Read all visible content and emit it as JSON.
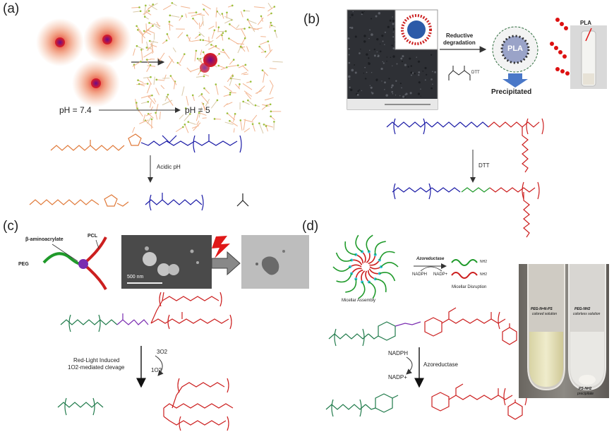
{
  "panels": {
    "a": {
      "label": "(a)",
      "ph_left": "pH = 7.4",
      "ph_right": "pH = 5",
      "condition": "Acidic pH"
    },
    "b": {
      "label": "(b)",
      "inset_text": "Reductive\ndegradation",
      "reductive_line1": "Reductive",
      "reductive_line2": "degradation",
      "dtt_small": "DTT",
      "particle_label": "PLA",
      "vial_label": "PLA",
      "precipitated": "Precipitated",
      "condition": "DTT"
    },
    "c": {
      "label": "(c)",
      "legend_aminoacrylate": "β-aminoacrylate",
      "legend_pcl": "PCL",
      "legend_peg": "PEG",
      "scalebar": "500 nm",
      "condition_line1": "Red-Light Induced",
      "condition_line2": "1O2-mediated clevage",
      "o2_triplet": "3O2",
      "o2_singlet": "1O2"
    },
    "d": {
      "label": "(d)",
      "enzyme": "Azoreductase",
      "nadph": "NADPH",
      "nadp": "NADP+",
      "nh2_label_1": "NH2",
      "nh2_label_2": "NH2",
      "micellar_assembly": "Micellar Assembly",
      "micellar_disruption": "Micellar Disruption",
      "reaction_nadph": "NADPH",
      "reaction_nadp": "NADP+",
      "reaction_enzyme": "Azoreductase",
      "tube_left_line1": "PEG-N=N-PS",
      "tube_left_line2": "colored solution",
      "tube_right_line1": "PEG-NH2",
      "tube_right_line2": "colorless solution",
      "precip_line1": "PS-NH2",
      "precip_line2": "precipitate"
    }
  },
  "colors": {
    "peg_orange": "#e07a3a",
    "pcl_blue": "#1a1aa6",
    "peg_green": "#1f7a4a",
    "red_block": "#cc1f1f",
    "linker_purple": "#7a2cb0",
    "arrow_blue": "#1f4e9e"
  }
}
